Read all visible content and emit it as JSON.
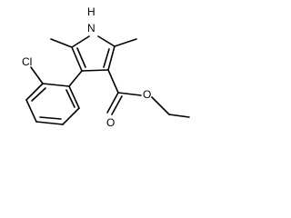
{
  "molecule": {
    "atom_labels": {
      "nh": "H",
      "n": "N",
      "cl": "Cl",
      "o_carbonyl": "O",
      "o_ester": "O"
    }
  }
}
